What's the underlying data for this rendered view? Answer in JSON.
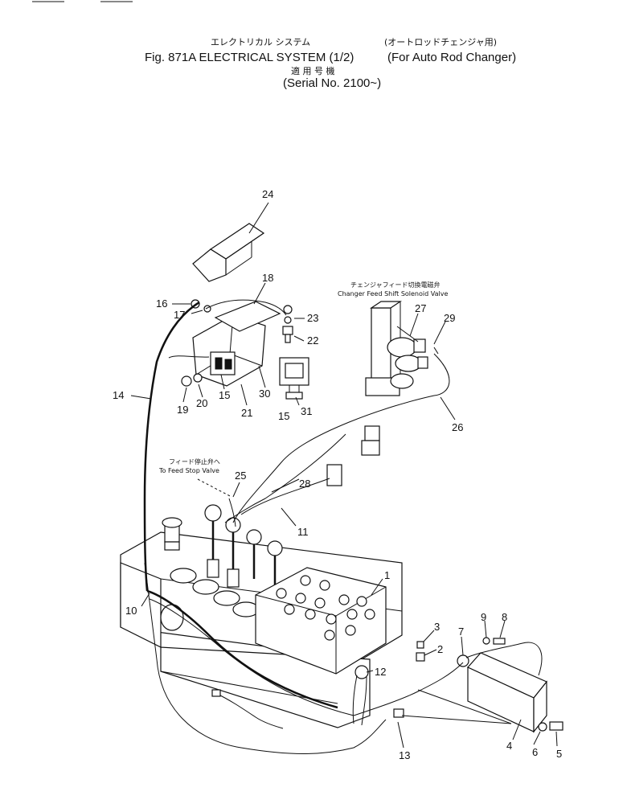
{
  "title": {
    "jp_line1": "エレクトリカル システム",
    "jp_line1_right": "(オートロッドチェンジャ用)",
    "fig_line": "Fig. 871A ELECTRICAL SYSTEM (1/2)",
    "fig_line_right": "(For Auto Rod Changer)",
    "jp_line3": "適 用 号 機",
    "serial_line": "(Serial No. 2100~)"
  },
  "annotations": {
    "changer_valve_jp": "チェンジャフィード切換電磁弁",
    "changer_valve_en": "Changer Feed Shift Solenoid Valve",
    "feed_stop_jp": "フィード停止弁へ",
    "feed_stop_en": "To Feed Stop Valve"
  },
  "callouts": {
    "c1": "1",
    "c2": "2",
    "c3": "3",
    "c4": "4",
    "c5": "5",
    "c6": "6",
    "c7": "7",
    "c8": "8",
    "c9": "9",
    "c10": "10",
    "c11": "11",
    "c12": "12",
    "c13": "13",
    "c14": "14",
    "c15a": "15",
    "c15b": "15",
    "c16": "16",
    "c17": "17",
    "c18": "18",
    "c19": "19",
    "c20": "20",
    "c21": "21",
    "c22": "22",
    "c23": "23",
    "c24": "24",
    "c25": "25",
    "c26": "26",
    "c27": "27",
    "c28": "28",
    "c29": "29",
    "c30": "30",
    "c31": "31"
  }
}
